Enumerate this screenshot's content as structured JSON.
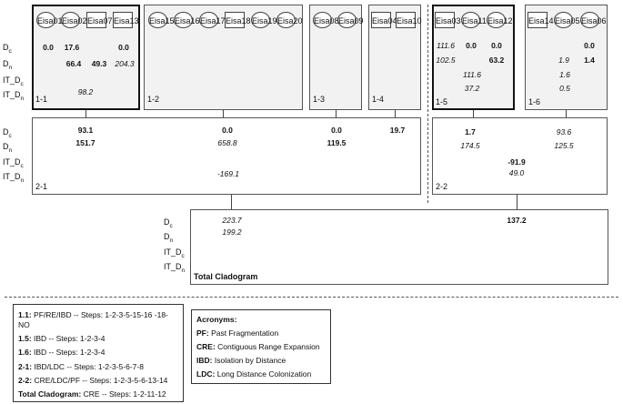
{
  "row_labels": {
    "dc": [
      "D",
      "c"
    ],
    "dn": [
      "D",
      "n"
    ],
    "itdc": [
      "IT_D",
      "c"
    ],
    "itdn": [
      "IT_D",
      "n"
    ]
  },
  "clades": {
    "c1_1": [
      "Eisa01",
      "Eisa02",
      "Eisa07",
      "Eisa13"
    ],
    "c1_2": [
      "Eisa15",
      "Eisa16",
      "Eisa17",
      "Eisa18",
      "Eisa19",
      "Eisa20"
    ],
    "c1_3": [
      "Eisa08",
      "Eisa09"
    ],
    "c1_4": [
      "Eisa04",
      "Eisa10"
    ],
    "c1_5": [
      "Eisa03",
      "Eisa11",
      "Eisa12"
    ],
    "c1_6": [
      "Eisa14",
      "Eisa05",
      "Eisa06"
    ]
  },
  "box_labels": {
    "c1_1": "1-1",
    "c1_2": "1-2",
    "c1_3": "1-3",
    "c1_4": "1-4",
    "c1_5": "1-5",
    "c1_6": "1-6",
    "c2_1": "2-1",
    "c2_2": "2-2",
    "total": "Total Cladogram"
  },
  "values": {
    "c1_1": {
      "dc": [
        "0.0",
        "17.6",
        "",
        "0.0"
      ],
      "dn": [
        "",
        "66.4",
        "49.3",
        "204.3"
      ],
      "itdn": "98.2"
    },
    "c1_5": {
      "dc": [
        "111.6",
        "0.0",
        "0.0"
      ],
      "dn": [
        "102.5",
        "",
        "63.2"
      ],
      "itdc": "111.6",
      "itdn": "37.2"
    },
    "c1_6": {
      "dc": [
        "",
        "",
        "0.0"
      ],
      "dn": [
        "",
        "1.9",
        "1.4"
      ],
      "itdc": "1.6",
      "itdn": "0.5"
    },
    "c2_1": {
      "dc": [
        "93.1",
        "0.0",
        "0.0",
        "19.7"
      ],
      "dn": [
        "151.7",
        "658.8",
        "119.5"
      ],
      "itdn": "-169.1"
    },
    "c2_2": {
      "dc": [
        "1.7",
        "93.6"
      ],
      "dn": [
        "174.5",
        "125.5"
      ],
      "itdc": "-91.9",
      "itdn": "49.0"
    },
    "total": {
      "dc": [
        "223.7",
        "137.2"
      ],
      "dn": [
        "199.2"
      ]
    }
  },
  "legend_steps": [
    {
      "key": "1.1:",
      "text": "PF/RE/IBD -- Steps: 1-2-3-5-15-16 -18-"
    },
    {
      "key": "",
      "text": "NO"
    },
    {
      "key": "1.5:",
      "text": "IBD -- Steps: 1-2-3-4"
    },
    {
      "key": "1.6:",
      "text": "IBD -- Steps: 1-2-3-4"
    },
    {
      "key": "2-1:",
      "text": "IBD/LDC -- Steps: 1-2-3-5-6-7-8"
    },
    {
      "key": "2-2:",
      "text": "CRE/LDC/PF -- Steps: 1-2-3-5-6-13-14"
    },
    {
      "key": "Total Cladogram:",
      "text": "CRE -- Steps: 1-2-11-12"
    }
  ],
  "acronyms": {
    "title": "Acronyms:",
    "items": [
      {
        "key": "PF:",
        "text": "Past Fragmentation"
      },
      {
        "key": "CRE:",
        "text": "Contiguous Range Expansion"
      },
      {
        "key": "IBD:",
        "text": "Isolation by Distance"
      },
      {
        "key": "LDC:",
        "text": "Long Distance Colonization"
      }
    ]
  }
}
